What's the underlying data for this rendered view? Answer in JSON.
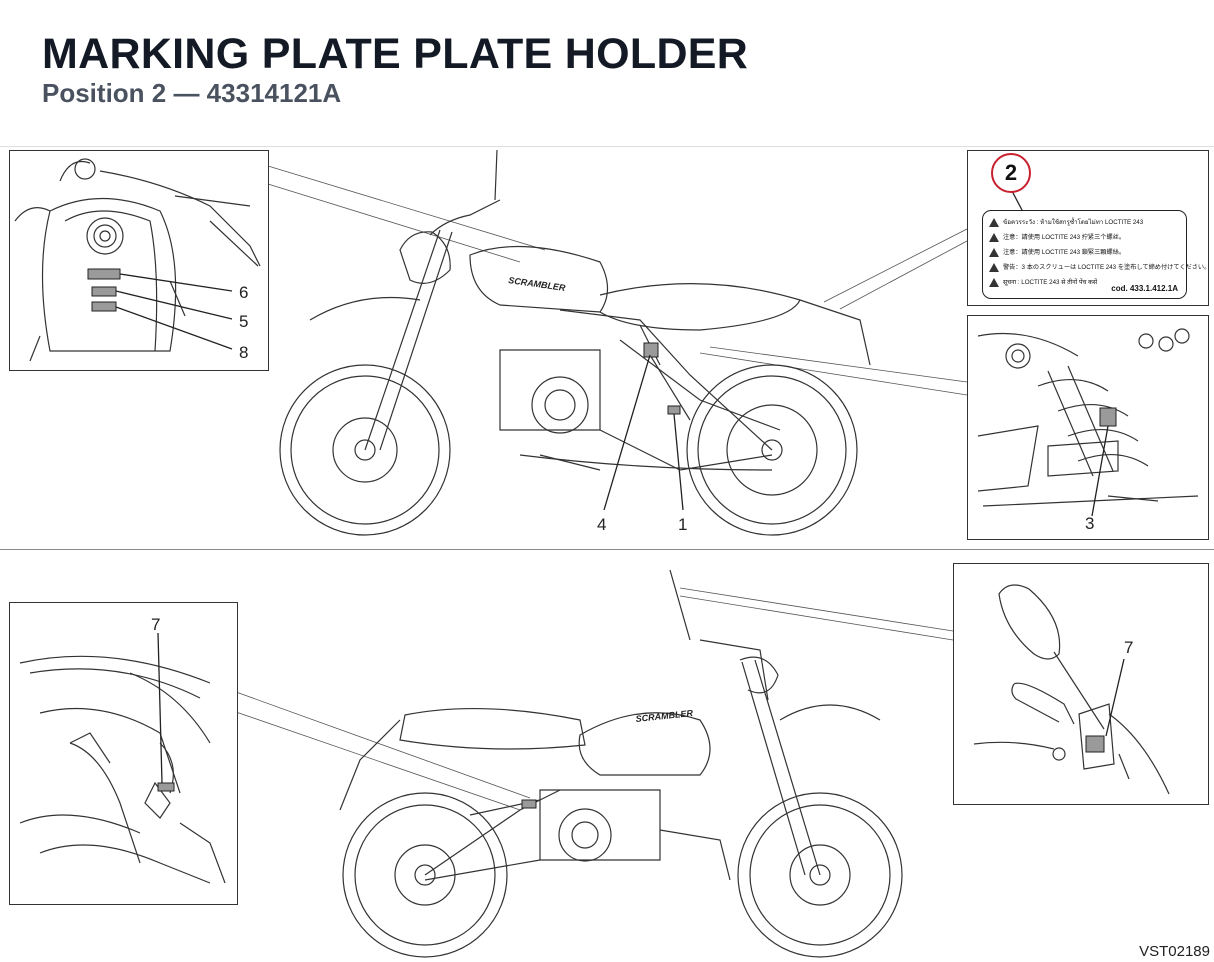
{
  "header": {
    "title": "MARKING PLATE PLATE HOLDER",
    "subtitle": "Position 2 — 43314121A"
  },
  "plate": {
    "badge": "2",
    "lines": [
      "ข้อควรระวัง : ห้ามใช้สกรูซ้ำโดยไม่ทา LOCTITE 243",
      "注意：請使用 LOCTITE 243 拧紧三个螺丝。",
      "注意：請使用 LOCTITE 243 鎖緊三顆螺絲。",
      "警告：3 本のスクリューは LOCTITE 243 を塗布して締め付けてください。",
      "सूचना : LOCTITE 243 से तीनों पेंच कसें"
    ],
    "code": "cod. 433.1.412.1A"
  },
  "callouts": {
    "tank_6": "6",
    "tank_5": "5",
    "tank_8": "8",
    "shock_3": "3",
    "main_4": "4",
    "main_1": "1",
    "footrest_7": "7",
    "handlebar_7": "7"
  },
  "footer": {
    "drawing_code": "VST02189"
  },
  "colors": {
    "badge_ring": "#c8202f",
    "line_art": "#333333",
    "title": "#131a26"
  }
}
